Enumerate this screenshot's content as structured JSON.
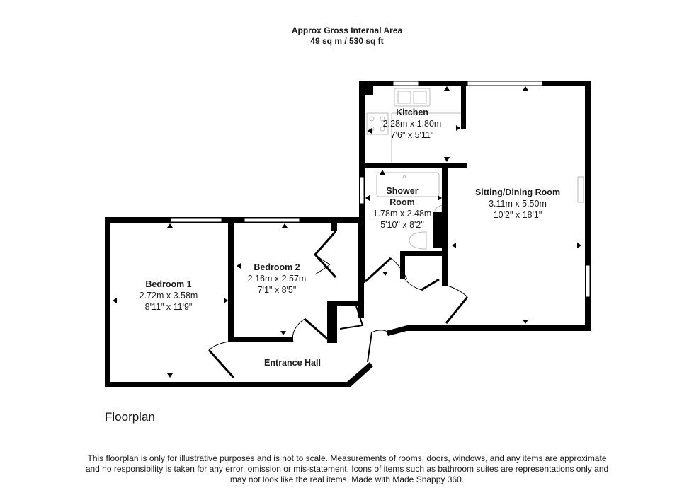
{
  "header": {
    "line1": "Approx Gross Internal Area",
    "line2": "49 sq m / 530 sq ft"
  },
  "rooms": {
    "kitchen": {
      "name": "Kitchen",
      "metric": "2.28m x 1.80m",
      "imperial": "7'6\" x 5'11\""
    },
    "shower": {
      "name_line1": "Shower",
      "name_line2": "Room",
      "metric": "1.78m x 2.48m",
      "imperial": "5'10\" x 8'2\""
    },
    "sitting": {
      "name": "Sitting/Dining Room",
      "metric": "3.11m x 5.50m",
      "imperial": "10'2\" x 18'1\""
    },
    "bedroom1": {
      "name": "Bedroom 1",
      "metric": "2.72m x 3.58m",
      "imperial": "8'11\" x 11'9\""
    },
    "bedroom2": {
      "name": "Bedroom 2",
      "metric": "2.16m x 2.57m",
      "imperial": "7'1\" x 8'5\""
    },
    "hall": {
      "name": "Entrance Hall"
    }
  },
  "floor_title": "Floorplan",
  "disclaimer": {
    "line1": "This floorplan is only for illustrative purposes and is not to scale. Measurements of rooms, doors, windows, and any items are approximate",
    "line2": "and no responsibility is taken for any error, omission or mis-statement. Icons of items such as bathroom suites are representations only and",
    "line3": "may not look like the real items. Made with Made Snappy 360."
  },
  "colors": {
    "wall": "#000000",
    "fixture": "#bbbbbb",
    "text": "#1a1a1a"
  }
}
